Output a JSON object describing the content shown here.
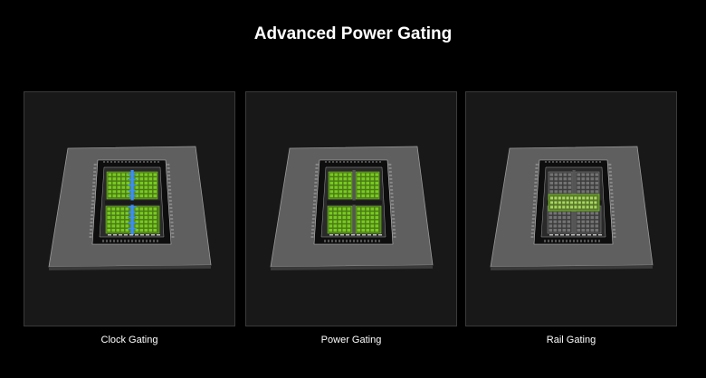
{
  "title": "Advanced Power Gating",
  "panels": [
    {
      "caption": "Clock Gating",
      "highlight": "clock"
    },
    {
      "caption": "Power Gating",
      "highlight": "power"
    },
    {
      "caption": "Rail Gating",
      "highlight": "rail"
    }
  ],
  "colors": {
    "background": "#000000",
    "panel": "#181818",
    "panel_border": "#3a3a3a",
    "substrate": "#5f5f5f",
    "die": "#2a2a2a",
    "active_green": "#7ed321",
    "clock_blue": "#3a8cff",
    "inactive": "#8a8a8a"
  }
}
